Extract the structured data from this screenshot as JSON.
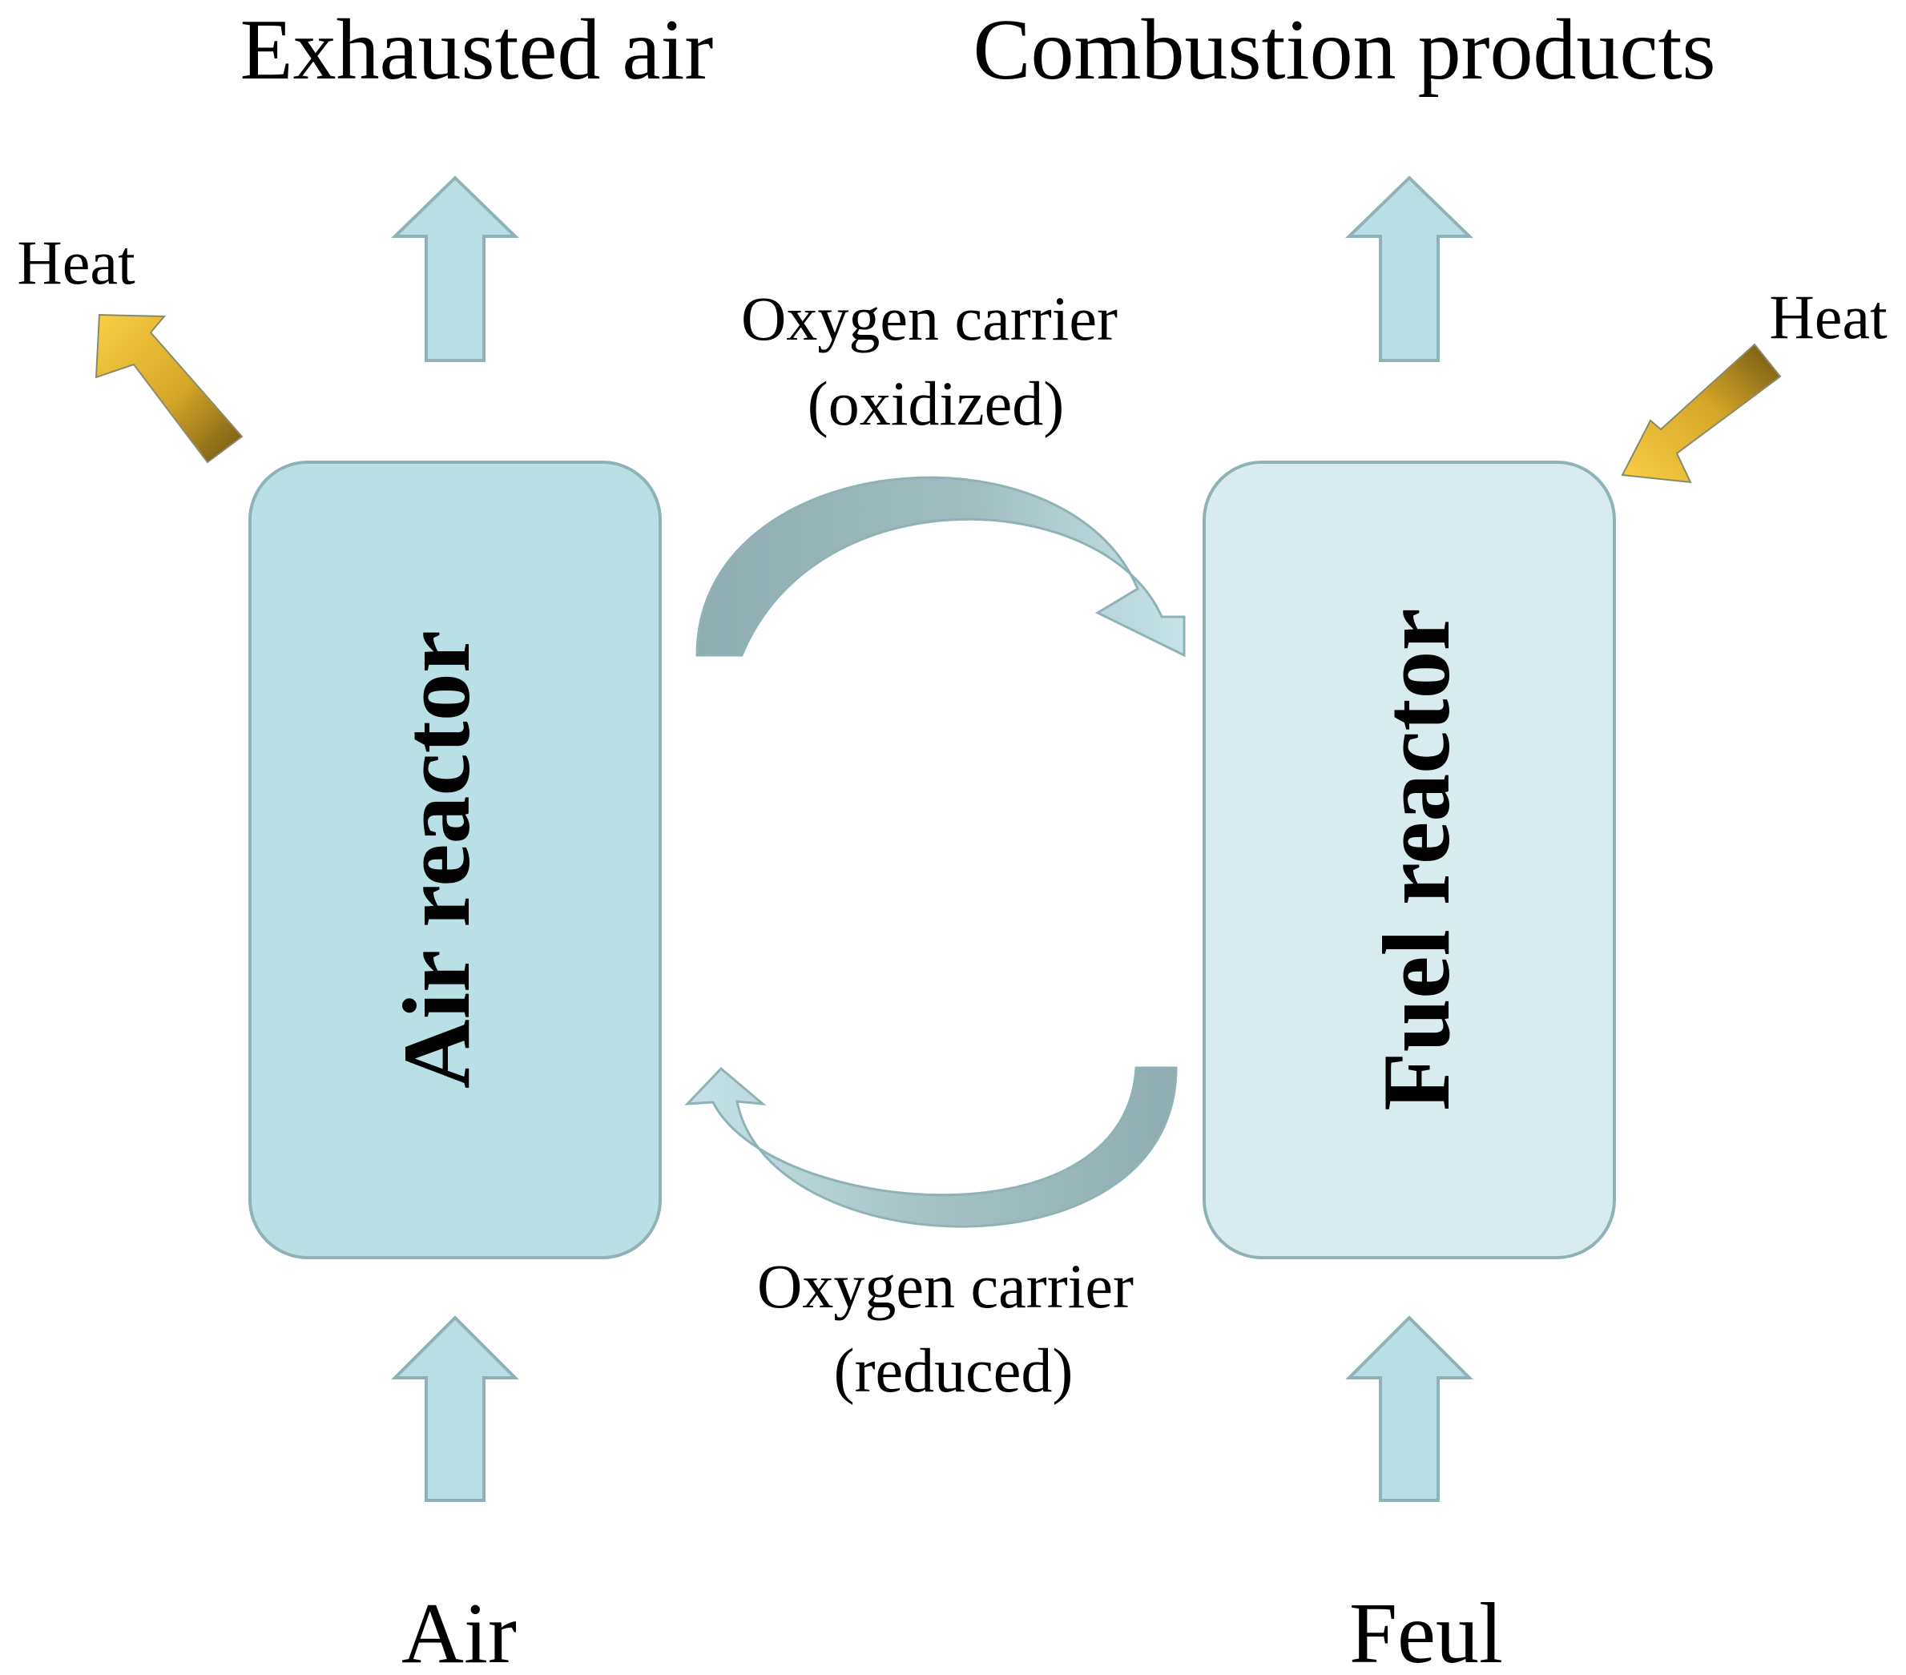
{
  "labels": {
    "exhausted_air": "Exhausted air",
    "combustion_products": "Combustion products",
    "heat_out": "Heat",
    "heat_in": "Heat",
    "carrier_oxidized_line1": "Oxygen carrier",
    "carrier_oxidized_line2": "(oxidized)",
    "carrier_reduced_line1": "Oxygen carrier",
    "carrier_reduced_line2": "(reduced)",
    "air_reactor": "Air reactor",
    "fuel_reactor": "Fuel reactor",
    "air_input": "Air",
    "fuel_input": "Feul"
  },
  "colors": {
    "air_reactor_fill": "#b9e0e4",
    "fuel_reactor_fill": "#d8ecef",
    "reactor_stroke": "#8fb2b6",
    "flow_arrow_fill": "#b8dfe3",
    "flow_arrow_stroke": "#8fb2b6",
    "loop_arrow_dark": "#8fadb0",
    "loop_arrow_light": "#c6e4e8",
    "heat_gold": "#f7c73c",
    "heat_dark": "#7a5d12"
  }
}
